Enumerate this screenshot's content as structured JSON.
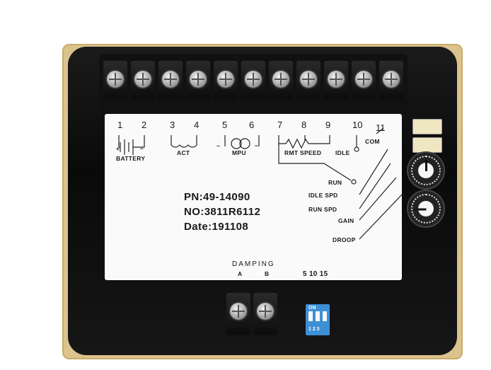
{
  "terminals": {
    "numbers": [
      "1",
      "2",
      "3",
      "4",
      "5",
      "6",
      "7",
      "8",
      "9",
      "10",
      "11"
    ],
    "battery_label": "BATTERY",
    "act_label": "ACT",
    "mpu_label": "MPU",
    "rmt_speed_label": "RMT SPEED",
    "idle_label": "IDLE",
    "com_label": "COM",
    "plus_sign": "+",
    "minus_sign": "−",
    "mpu_tilde": "~",
    "mpu_dash": "−"
  },
  "controls": {
    "run_label": "RUN",
    "idle_spd_label": "IDLE SPD",
    "run_spd_label": "RUN SPD",
    "gain_label": "GAIN",
    "droop_label": "DROOP"
  },
  "part_info": {
    "pn": "PN:49-14090",
    "no": "NO:3811R6112",
    "date": "Date:191108"
  },
  "damping": {
    "title": "DAMPING",
    "a": "A",
    "b": "B",
    "values": "5 10 15"
  },
  "dip_switch": {
    "on_label": "ON",
    "positions": "1 2 3"
  },
  "colors": {
    "frame": "#dcc28c",
    "body": "#111111",
    "label": "#fafafa",
    "dip": "#3d8fd6"
  }
}
